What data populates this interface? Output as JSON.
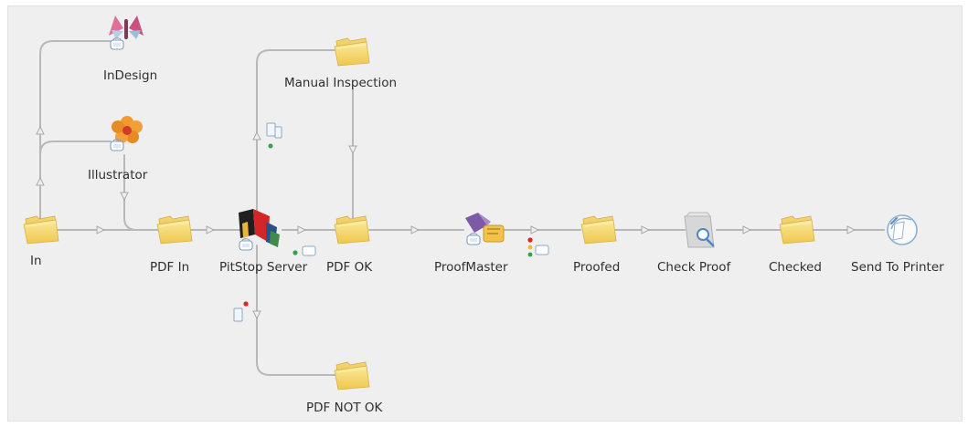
{
  "nodes": {
    "in": "In",
    "pdf_in": "PDF In",
    "indesign": "InDesign",
    "illustrator": "Illustrator",
    "pitstop": "PitStop Server",
    "manual": "Manual Inspection",
    "pdf_ok": "PDF OK",
    "pdf_not_ok": "PDF NOT OK",
    "proofmaster": "ProofMaster",
    "proofed": "Proofed",
    "check_proof": "Check Proof",
    "checked": "Checked",
    "send": "Send To Printer"
  },
  "icons": {
    "folder": "folder-icon",
    "indesign": "butterfly-app-icon",
    "illustrator": "flower-app-icon",
    "pitstop": "pitstop-server-app-icon",
    "proofmaster": "proofmaster-app-icon",
    "check_proof": "document-magnifier-icon",
    "send": "printer-globe-icon",
    "flow_step": "flow-step-icon",
    "filter": "document-filter-icon"
  },
  "colors": {
    "background": "#efefef",
    "connector": "#b8b8b8",
    "folder": "#f4d978",
    "ok_dot": "#33a24a",
    "error_dot": "#e0261c"
  }
}
